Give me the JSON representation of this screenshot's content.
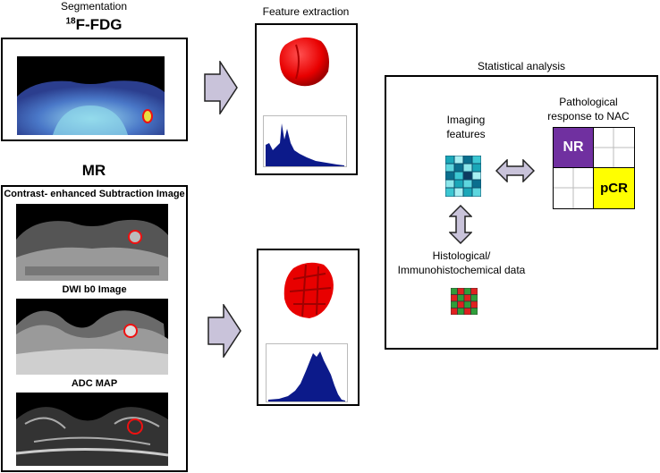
{
  "segmentation_title": "Segmentation",
  "fdg_title": {
    "sup": "18",
    "main": "F-FDG"
  },
  "mr_title": "MR",
  "mr_images": [
    {
      "label": "Contrast- enhanced Subtraction Image"
    },
    {
      "label": "DWI b0 Image"
    },
    {
      "label": "ADC MAP"
    }
  ],
  "feature_extraction_title": "Feature extraction",
  "statistical_analysis_title": "Statistical analysis",
  "imaging_features_label": "Imaging\nfeatures",
  "pathological_response_label": "Pathological\nresponse to NAC",
  "nr_label": "NR",
  "pcr_label": "pCR",
  "histological_label": "Histological/\nImmunohistochemical data",
  "colors": {
    "arrow_fill": "#c9c3da",
    "nr_fill": "#7030a0",
    "pcr_fill": "#ffff00",
    "tumor_red": "#ee1111",
    "histogram_blue": "#0c1a8a"
  }
}
